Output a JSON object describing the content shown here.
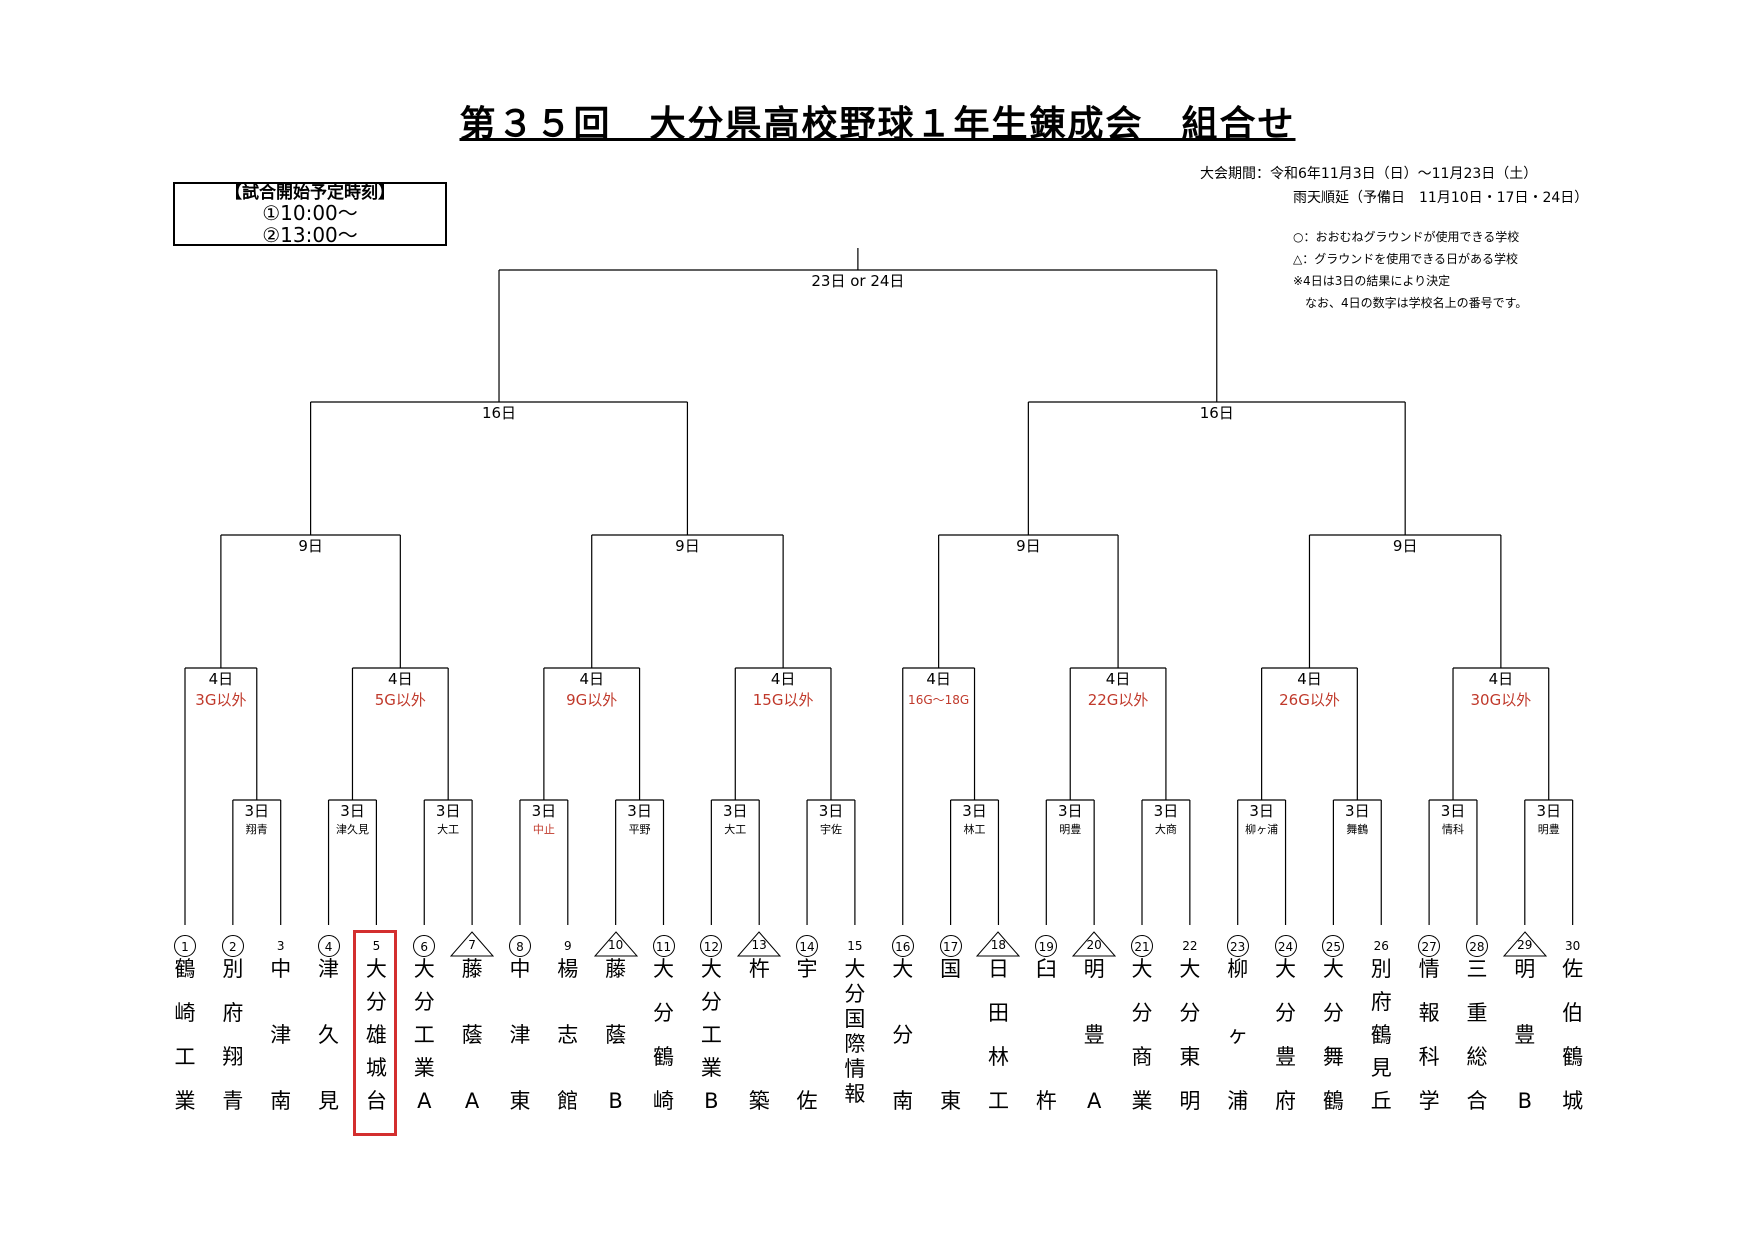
{
  "title": "第３５回　大分県高校野球１年生錬成会　組合せ",
  "start_times": {
    "heading": "【試合開始予定時刻】",
    "slot1": "①10:00～",
    "slot2": "②13:00～"
  },
  "period": "大会期間：令和6年11月3日（日）～11月23日（土）",
  "rain": "雨天順延（予備日　11月10日・17日・24日）",
  "legend": [
    "○：おおむねグラウンドが使用できる学校",
    "△：グラウンドを使用できる日がある学校",
    "※4日は3日の結果により決定",
    "　なお、4日の数字は学校名上の番号です。"
  ],
  "rounds": {
    "final": "23日 or 24日",
    "semi": "16日",
    "quarter": "9日",
    "r2": "4日",
    "r1": "3日"
  },
  "r2_exceptions": [
    "3G以外",
    "5G以外",
    "9G以外",
    "15G以外",
    "16G～18G",
    "22G以外",
    "26G以外",
    "30G以外"
  ],
  "r1_venues": [
    "翔青",
    "津久見",
    "大工",
    "中止",
    "平野",
    "大工",
    "宇佐",
    "林工",
    "明豊",
    "大商",
    "柳ヶ浦",
    "舞鶴",
    "情科",
    "明豊"
  ],
  "teams": [
    {
      "num": "1",
      "mark": "circle",
      "name": [
        "鶴",
        "崎",
        "工",
        "業"
      ]
    },
    {
      "num": "2",
      "mark": "circle",
      "name": [
        "別",
        "府",
        "翔",
        "青"
      ]
    },
    {
      "num": "3",
      "mark": "none",
      "name": [
        "中",
        "津",
        "南"
      ]
    },
    {
      "num": "4",
      "mark": "circle",
      "name": [
        "津",
        "久",
        "見"
      ]
    },
    {
      "num": "5",
      "mark": "none",
      "name": [
        "大",
        "分",
        "雄",
        "城",
        "台"
      ]
    },
    {
      "num": "6",
      "mark": "circle",
      "name": [
        "大",
        "分",
        "工",
        "業",
        "A"
      ]
    },
    {
      "num": "7",
      "mark": "triangle",
      "name": [
        "藤",
        "蔭",
        "A"
      ]
    },
    {
      "num": "8",
      "mark": "circle",
      "name": [
        "中",
        "津",
        "東"
      ]
    },
    {
      "num": "9",
      "mark": "none",
      "name": [
        "楊",
        "志",
        "館"
      ]
    },
    {
      "num": "10",
      "mark": "triangle",
      "name": [
        "藤",
        "蔭",
        "B"
      ]
    },
    {
      "num": "11",
      "mark": "circle",
      "name": [
        "大",
        "分",
        "鶴",
        "崎"
      ]
    },
    {
      "num": "12",
      "mark": "circle",
      "name": [
        "大",
        "分",
        "工",
        "業",
        "B"
      ]
    },
    {
      "num": "13",
      "mark": "triangle",
      "name": [
        "杵",
        "築"
      ]
    },
    {
      "num": "14",
      "mark": "circle",
      "name": [
        "宇",
        "佐"
      ]
    },
    {
      "num": "15",
      "mark": "none",
      "name": [
        "大",
        "分",
        "国",
        "際",
        "情",
        "報"
      ]
    },
    {
      "num": "16",
      "mark": "circle",
      "name": [
        "大",
        "分",
        "南"
      ]
    },
    {
      "num": "17",
      "mark": "circle",
      "name": [
        "国",
        "東"
      ]
    },
    {
      "num": "18",
      "mark": "triangle",
      "name": [
        "日",
        "田",
        "林",
        "工"
      ]
    },
    {
      "num": "19",
      "mark": "circle",
      "name": [
        "臼",
        "杵"
      ]
    },
    {
      "num": "20",
      "mark": "triangle",
      "name": [
        "明",
        "豊",
        "A"
      ]
    },
    {
      "num": "21",
      "mark": "circle",
      "name": [
        "大",
        "分",
        "商",
        "業"
      ]
    },
    {
      "num": "22",
      "mark": "none",
      "name": [
        "大",
        "分",
        "東",
        "明"
      ]
    },
    {
      "num": "23",
      "mark": "circle",
      "name": [
        "柳",
        "ヶ",
        "浦"
      ]
    },
    {
      "num": "24",
      "mark": "circle",
      "name": [
        "大",
        "分",
        "豊",
        "府"
      ]
    },
    {
      "num": "25",
      "mark": "circle",
      "name": [
        "大",
        "分",
        "舞",
        "鶴"
      ]
    },
    {
      "num": "26",
      "mark": "none",
      "name": [
        "別",
        "府",
        "鶴",
        "見",
        "丘"
      ]
    },
    {
      "num": "27",
      "mark": "circle",
      "name": [
        "情",
        "報",
        "科",
        "学"
      ]
    },
    {
      "num": "28",
      "mark": "circle",
      "name": [
        "三",
        "重",
        "総",
        "合"
      ]
    },
    {
      "num": "29",
      "mark": "triangle",
      "name": [
        "明",
        "豊",
        "B"
      ]
    },
    {
      "num": "30",
      "mark": "none",
      "name": [
        "佐",
        "伯",
        "鶴",
        "城"
      ]
    }
  ],
  "highlighted_team": "5",
  "colors": {
    "exception": "#c0392b",
    "highlight": "#d32f2f"
  }
}
